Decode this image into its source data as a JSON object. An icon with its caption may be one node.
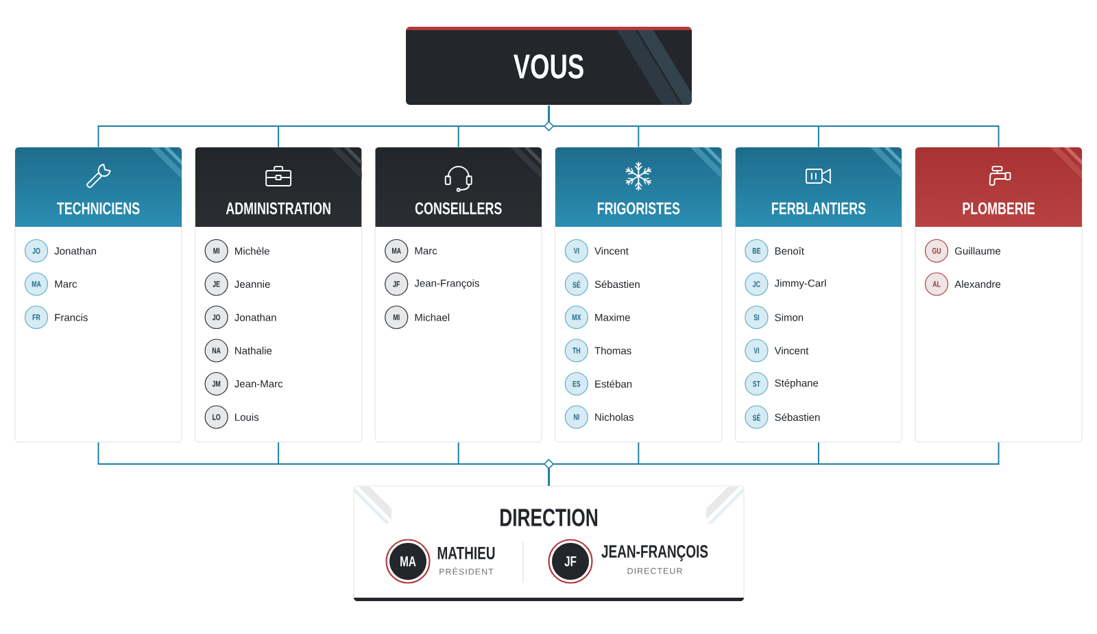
{
  "diagram": {
    "nodes": [
      {
        "text": [
          "VOUS"
        ]
      },
      {
        "text": [
          "TECHNICIENS"
        ]
      },
      {
        "text": [
          "JO"
        ],
        "beside": [
          "Jonathan"
        ],
        "in": 1
      },
      {
        "text": [
          "MA"
        ],
        "beside": [
          "Marc"
        ],
        "in": 1
      },
      {
        "text": [
          "FR"
        ],
        "beside": [
          "Francis"
        ],
        "in": 1
      },
      {
        "text": [
          "ADMINISTRATION"
        ]
      },
      {
        "text": [
          "MI"
        ],
        "beside": [
          "Michèle"
        ],
        "in": 5
      },
      {
        "text": [
          "JE"
        ],
        "beside": [
          "Jeannie"
        ],
        "in": 5
      },
      {
        "text": [
          "JO"
        ],
        "beside": [
          "Jonathan"
        ],
        "in": 5
      },
      {
        "text": [
          "NA"
        ],
        "beside": [
          "Nathalie"
        ],
        "in": 5
      },
      {
        "text": [
          "JM"
        ],
        "beside": [
          "Jean-Marc"
        ],
        "in": 5
      },
      {
        "text": [
          "LO"
        ],
        "beside": [
          "Louis"
        ],
        "in": 5
      },
      {
        "text": [
          "CONSEILLERS"
        ]
      },
      {
        "text": [
          "MA"
        ],
        "beside": [
          "Marc"
        ],
        "in": 12
      },
      {
        "text": [
          "JF"
        ],
        "beside": [
          "Jean-François"
        ],
        "in": 12
      },
      {
        "text": [
          "MI"
        ],
        "beside": [
          "Michael"
        ],
        "in": 12
      },
      {
        "text": [
          "FRIGORISTES"
        ]
      },
      {
        "text": [
          "VI"
        ],
        "beside": [
          "Vincent"
        ],
        "in": 16
      },
      {
        "text": [
          "SÉ"
        ],
        "beside": [
          "Sébastien"
        ],
        "in": 16
      },
      {
        "text": [
          "MX"
        ],
        "beside": [
          "Maxime"
        ],
        "in": 16
      },
      {
        "text": [
          "TH"
        ],
        "beside": [
          "Thomas"
        ],
        "in": 16
      },
      {
        "text": [
          "ES"
        ],
        "beside": [
          "Estéban"
        ],
        "in": 16
      },
      {
        "text": [
          "NI"
        ],
        "beside": [
          "Nicholas"
        ],
        "in": 16
      },
      {
        "text": [
          "FERBLANTIERS"
        ]
      },
      {
        "text": [
          "BE"
        ],
        "beside": [
          "Benoît"
        ],
        "in": 23
      },
      {
        "text": [
          "JC"
        ],
        "beside": [
          "Jimmy-Carl"
        ],
        "in": 23
      },
      {
        "text": [
          "SI"
        ],
        "beside": [
          "Simon"
        ],
        "in": 23
      },
      {
        "text": [
          "VI"
        ],
        "beside": [
          "Vincent"
        ],
        "in": 23
      },
      {
        "text": [
          "ST"
        ],
        "beside": [
          "Stéphane"
        ],
        "in": 23
      },
      {
        "text": [
          "SÉ"
        ],
        "beside": [
          "Sébastien"
        ],
        "in": 23
      },
      {
        "text": [
          "PLOMBERIE"
        ]
      },
      {
        "text": [
          "GU"
        ],
        "beside": [
          "Guillaume"
        ],
        "in": 30
      },
      {
        "text": [
          "AL"
        ],
        "beside": [
          "Alexandre"
        ],
        "in": 30
      },
      {
        "text": [
          "DIRECTION"
        ]
      },
      {
        "text": [
          "MA"
        ],
        "beside": [
          "MATHIEU",
          "PRÉSIDENT"
        ],
        "in": 33
      },
      {
        "text": [
          "JF"
        ],
        "beside": [
          "JEAN-FRANÇOIS",
          "DIRECTEUR"
        ],
        "in": 33
      }
    ],
    "edges": [
      {
        "from": 0,
        "to": 1,
        "arrow": "none"
      },
      {
        "from": 0,
        "to": 5,
        "arrow": "none"
      },
      {
        "from": 0,
        "to": 12,
        "arrow": "none"
      },
      {
        "from": 0,
        "to": 16,
        "arrow": "none"
      },
      {
        "from": 0,
        "to": 23,
        "arrow": "none"
      },
      {
        "from": 0,
        "to": 30,
        "arrow": "none"
      },
      {
        "from": 1,
        "to": 33,
        "arrow": "none"
      },
      {
        "from": 5,
        "to": 33,
        "arrow": "none"
      },
      {
        "from": 12,
        "to": 33,
        "arrow": "none"
      },
      {
        "from": 16,
        "to": 33,
        "arrow": "none"
      },
      {
        "from": 23,
        "to": 33,
        "arrow": "none"
      },
      {
        "from": 30,
        "to": 33,
        "arrow": "none"
      }
    ]
  }
}
